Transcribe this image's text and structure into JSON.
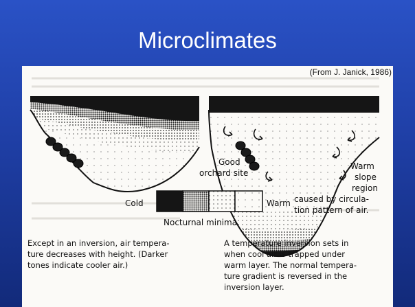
{
  "slide": {
    "title": "Microclimates"
  },
  "figure": {
    "credit": "(From J. Janick, 1986)",
    "legend": {
      "cold_label": "Cold",
      "warm_label": "Warm",
      "caption": "Nocturnal minima"
    },
    "right_panel": {
      "orchard_label_line1": "Good",
      "orchard_label_line2": "orchard site",
      "warm_label_line1": "Warm",
      "warm_label_line2": "slope",
      "warm_label_line3": "region",
      "circulation_line1": "caused by circula-",
      "circulation_line2": "tion pattern of air."
    },
    "left_caption": [
      "Except in an inversion, air tempera-",
      "ture decreases with height. (Darker",
      "tones indicate cooler air.)"
    ],
    "right_caption": [
      "A temperature inversion sets in",
      "when cool air is trapped under",
      "warm layer. The normal tempera-",
      "ture gradient is reversed in the",
      "inversion layer."
    ]
  },
  "colors": {
    "background_top": "#2a52c6",
    "background_bottom": "#122a7a",
    "figure_paper": "#fbfaf7"
  }
}
